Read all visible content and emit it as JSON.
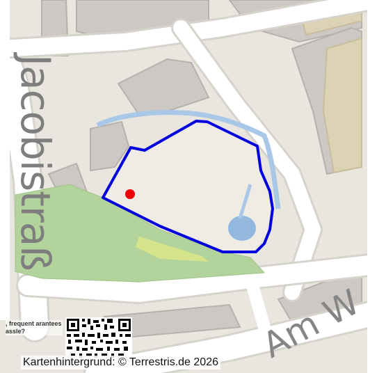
{
  "map": {
    "street_labels": {
      "vertical": "Jacobistraß",
      "diagonal": "Am W"
    },
    "ad_text": ", frequent arantees assle?",
    "attribution": "Kartenhintergrund: © Terrestris.de 2026",
    "colors": {
      "land": "#f2efe9",
      "buildings": "#cdc8c3",
      "building_edge": "#b7b1ab",
      "park": "#b2d39b",
      "water": "#93b8de",
      "road": "#ffffff",
      "road_casing": "#d6d2cc",
      "boundary": "#0000dd",
      "marker": "#ee0000"
    },
    "icons": [
      "qr-code-icon",
      "location-marker"
    ]
  }
}
